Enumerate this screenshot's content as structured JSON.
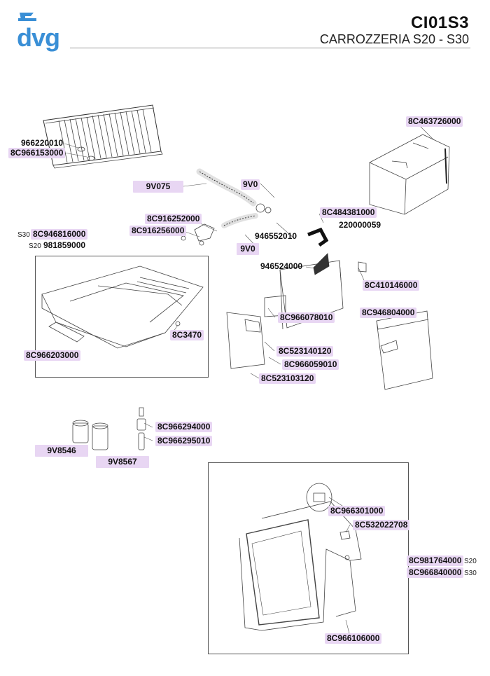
{
  "header": {
    "brand": "dvg",
    "code": "CI01S3",
    "subtitle": "CARROZZERIA S20 - S30"
  },
  "variants": {
    "s20": "S20",
    "s30": "S30"
  },
  "parts": {
    "p966220010": "966220010",
    "p8C966153000": "8C966153000",
    "p9V075": "9V075",
    "p9V0_a": "9V0",
    "p9V0_b": "9V0",
    "p8C916252000": "8C916252000",
    "p8C916256000": "8C916256000",
    "p946552010": "946552010",
    "p8C484381000": "8C484381000",
    "p220000059": "220000059",
    "p8C463726000": "8C463726000",
    "p8C946816000": "8C946816000",
    "p981859000": "981859000",
    "p946524000": "946524000",
    "p8C410146000": "8C410146000",
    "p8C946804000": "8C946804000",
    "p8C3470": "8C3470",
    "p8C966078010": "8C966078010",
    "p8C523140120": "8C523140120",
    "p8C966059010": "8C966059010",
    "p8C523103120": "8C523103120",
    "p8C966203000": "8C966203000",
    "p8C966294000": "8C966294000",
    "p8C966295010": "8C966295010",
    "p9V8546": "9V8546",
    "p9V8567": "9V8567",
    "p8C966301000": "8C966301000",
    "p8C532022708": "8C532022708",
    "p8C981764000": "8C981764000",
    "p8C966840000": "8C966840000",
    "p8C966106000": "8C966106000"
  }
}
